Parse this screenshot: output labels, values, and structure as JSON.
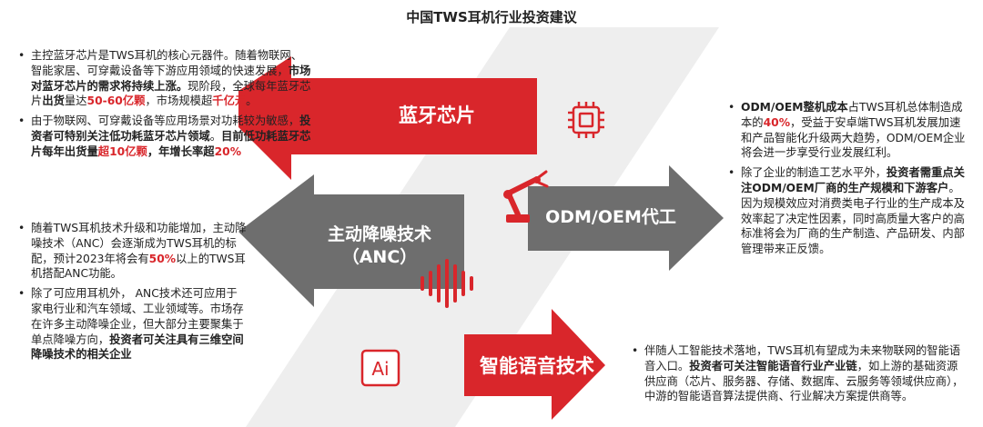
{
  "title": "中国TWS耳机行业投资建议",
  "arrows": {
    "bluetooth": "蓝牙芯片",
    "anc_line1": "主动降噪技术",
    "anc_line2": "（ANC）",
    "odm": "ODM/OEM代工",
    "voice": "智能语音技术"
  },
  "icons": {
    "chip": "chip-icon",
    "robot": "robot-arm-icon",
    "sound": "sound-wave-icon",
    "ai_label": "Ai"
  },
  "colors": {
    "red": "#d9262b",
    "gray": "#6e6e6e",
    "band": "#eeeeee"
  },
  "left_top": [
    {
      "segments": [
        {
          "t": "主控蓝牙芯片是TWS耳机的核心元器件。随着物联网、智能家居、可穿戴设备等下游应用领域的快速发展，",
          "s": "n"
        },
        {
          "t": "市场对蓝牙芯片的需求将持续上涨。",
          "s": "b"
        },
        {
          "t": "现阶段，全球每年蓝牙芯片",
          "s": "n"
        },
        {
          "t": "出货",
          "s": "b"
        },
        {
          "t": "量达",
          "s": "n"
        },
        {
          "t": "50-60亿颗",
          "s": "r"
        },
        {
          "t": "，市场规模超",
          "s": "n"
        },
        {
          "t": "千亿元",
          "s": "r"
        },
        {
          "t": "。",
          "s": "n"
        }
      ]
    },
    {
      "segments": [
        {
          "t": "由于物联网、可穿戴设备等应用场景对功耗较为敏感，",
          "s": "n"
        },
        {
          "t": "投资者可特别关注低功耗蓝牙芯片领域",
          "s": "b"
        },
        {
          "t": "。",
          "s": "n"
        },
        {
          "t": "目前低功耗蓝牙芯片每年出货量",
          "s": "b"
        },
        {
          "t": "超10亿颗",
          "s": "r"
        },
        {
          "t": "，年增长率超",
          "s": "b"
        },
        {
          "t": "20%",
          "s": "r"
        }
      ]
    }
  ],
  "left_bottom": [
    {
      "segments": [
        {
          "t": "随着TWS耳机技术升级和功能增加，主动降噪技术（ANC）会逐渐成为TWS耳机的标配，预计2023年将会有",
          "s": "n"
        },
        {
          "t": "50%",
          "s": "r"
        },
        {
          "t": "以上的TWS耳机搭配ANC功能。",
          "s": "n"
        }
      ]
    },
    {
      "segments": [
        {
          "t": "除了可应用耳机外， ANC技术还可应用于家电行业和汽车领域、工业领域等。市场存在许多主动降噪企业，但大部分主要聚集于单点降噪方向，",
          "s": "n"
        },
        {
          "t": "投资者可关注具有三维空间降噪技术的相关企业",
          "s": "b"
        }
      ]
    }
  ],
  "right_top": [
    {
      "segments": [
        {
          "t": "ODM/OEM整机成本",
          "s": "b"
        },
        {
          "t": "占TWS耳机总体制造成本的",
          "s": "n"
        },
        {
          "t": "40%",
          "s": "r"
        },
        {
          "t": "，受益于安卓端TWS耳机发展加速和产品智能化升级两大趋势，ODM/OEM企业将会进一步享受行业发展红利。",
          "s": "n"
        }
      ]
    },
    {
      "segments": [
        {
          "t": "除了企业的制造工艺水平外，",
          "s": "n"
        },
        {
          "t": "投资者需重点关注ODM/OEM厂商的生产规模和下游客户",
          "s": "b"
        },
        {
          "t": "。因为规模效应对消费类电子行业的生产成本及效率起了决定性因素，同时高质量大客户的高标准将会为厂商的生产制造、产品研发、内部管理带来正反馈。",
          "s": "n"
        }
      ]
    }
  ],
  "right_bottom": [
    {
      "segments": [
        {
          "t": "伴随人工智能技术落地，TWS耳机有望成为未来物联网的智能语音入口。",
          "s": "n"
        },
        {
          "t": "投资者可关注智能语音行业产业链",
          "s": "b"
        },
        {
          "t": "，如上游的基础资源供应商（芯片、服务器、存储、数据库、云服务等领域供应商），中游的智能语音算法提供商、行业解决方案提供商等。",
          "s": "n"
        }
      ]
    }
  ]
}
